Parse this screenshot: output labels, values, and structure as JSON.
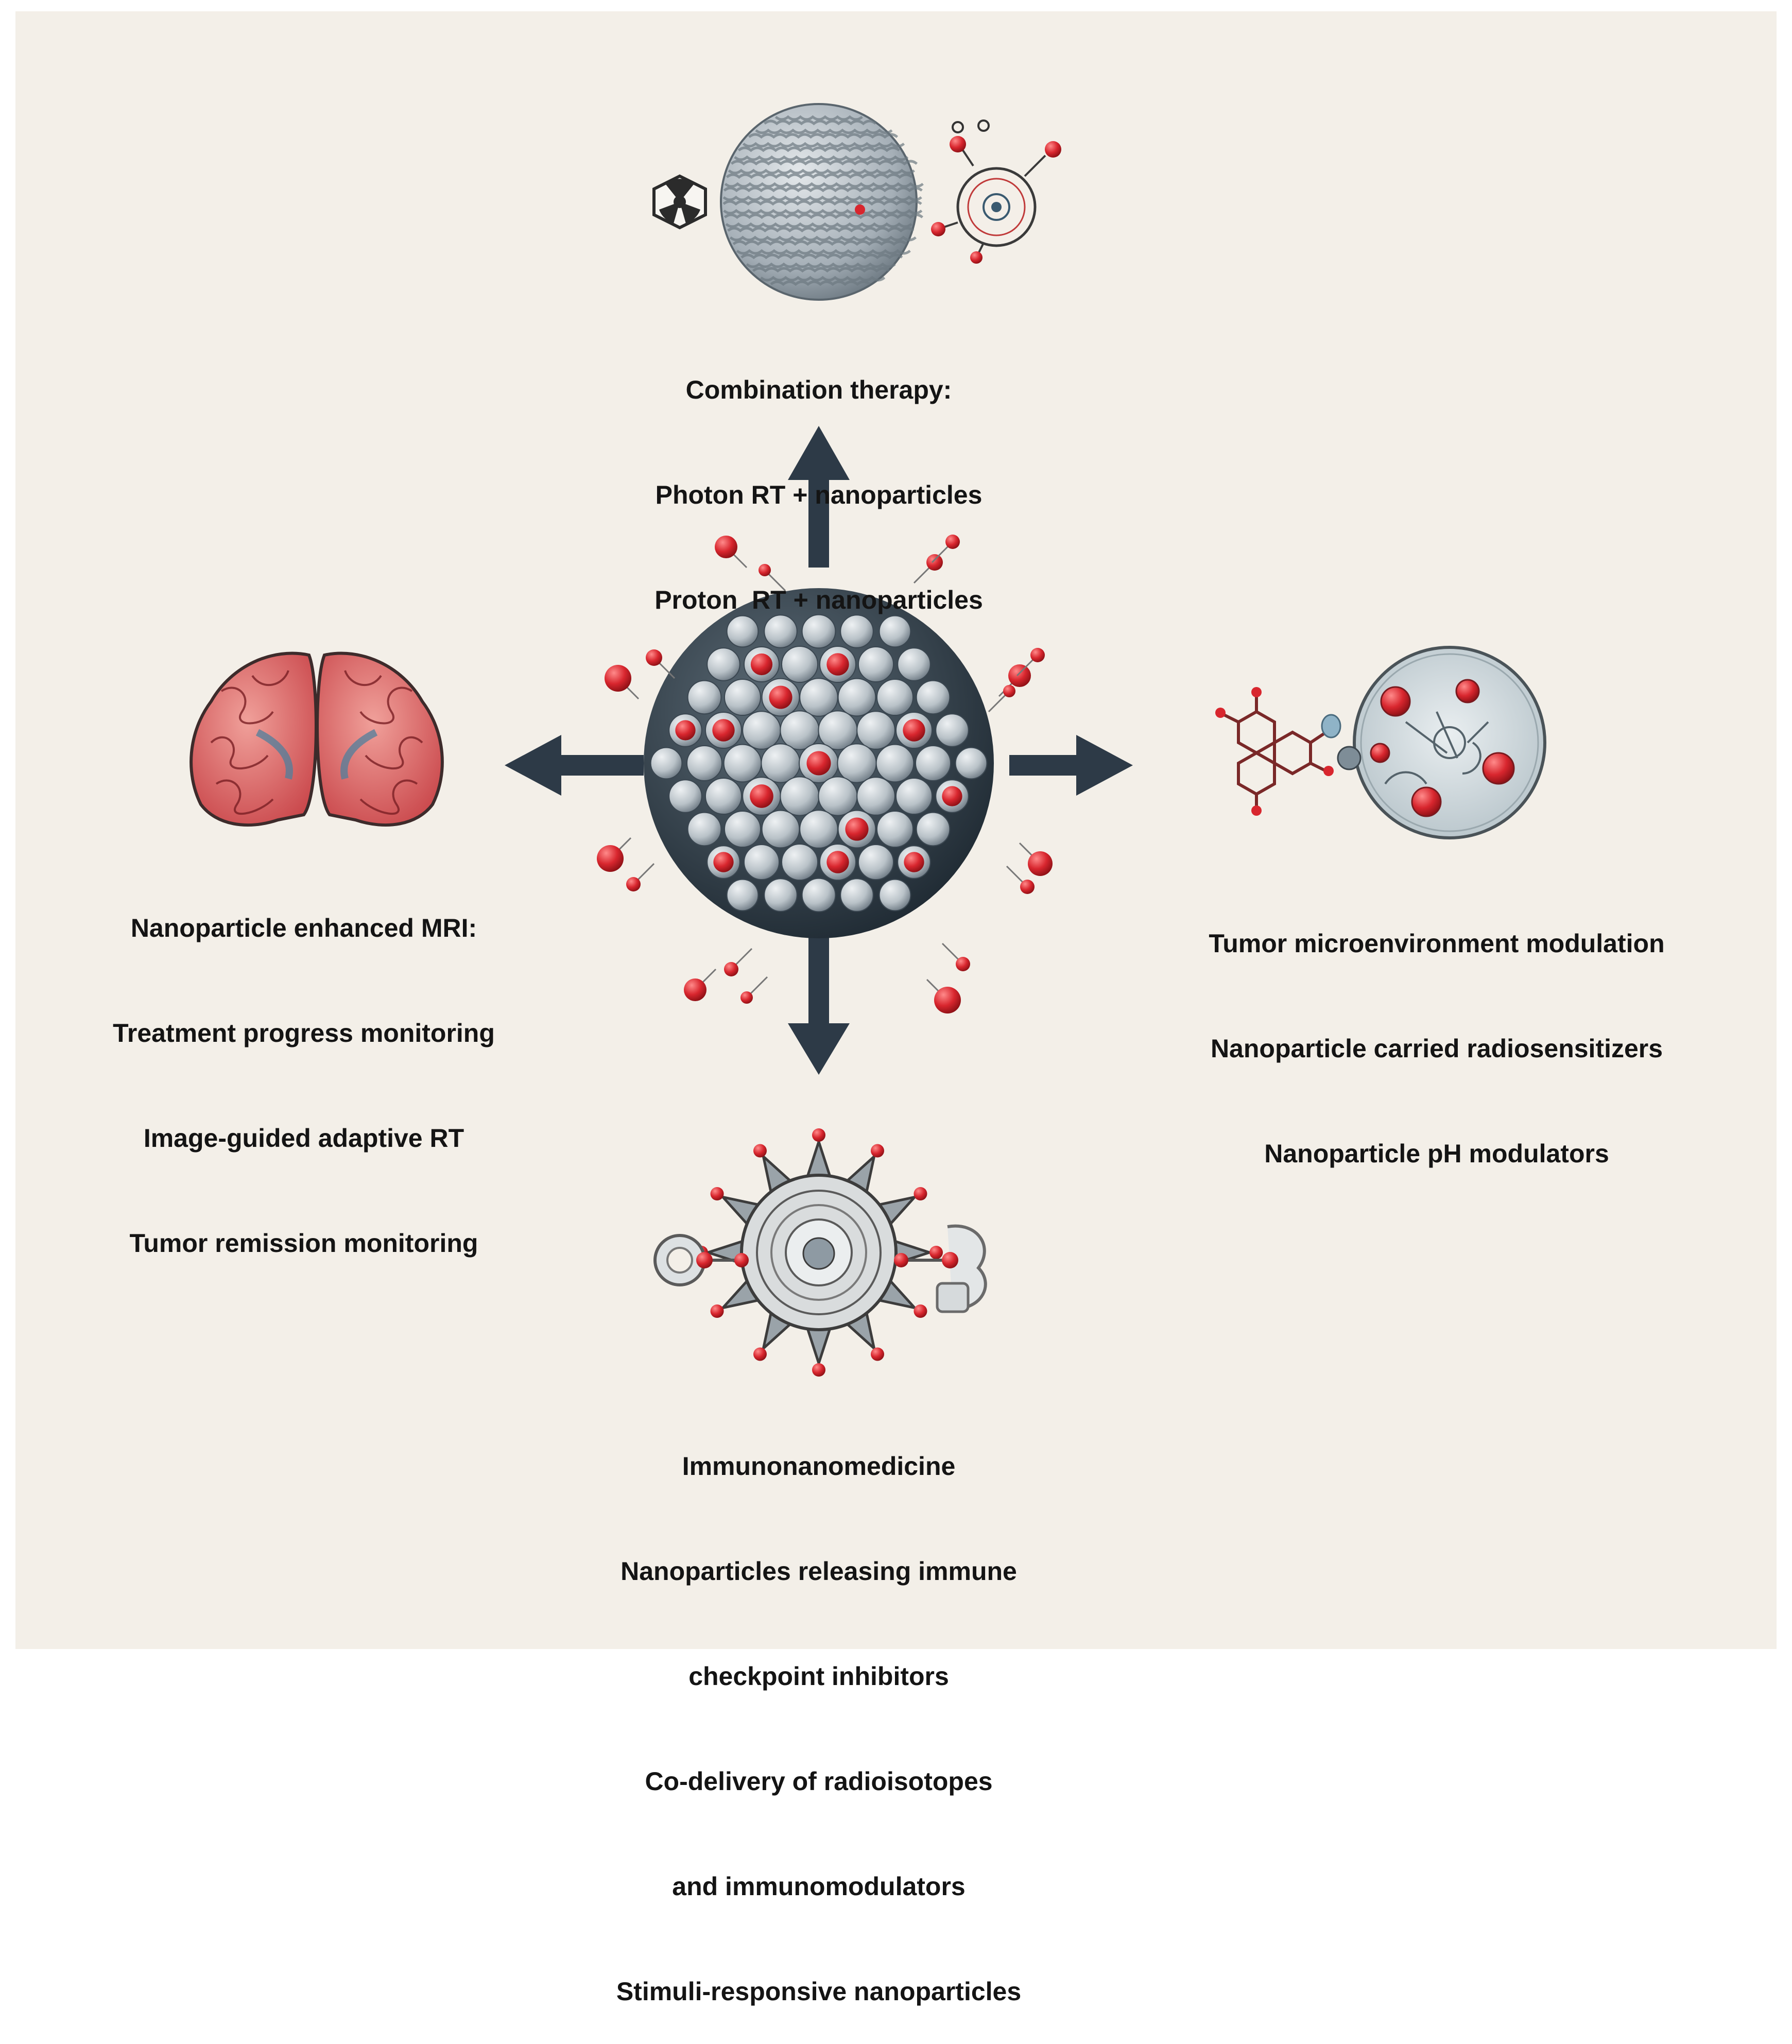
{
  "colors": {
    "background": "#f3efe8",
    "arrow": "#2d3a47",
    "nanoparticle_gray": "#b9c2c8",
    "nanoparticle_red": "#d8262e",
    "text": "#141414"
  },
  "center": {
    "icon": "nanoparticle-cluster-icon"
  },
  "branches": {
    "top": {
      "icons": [
        "radiation-hazard-icon",
        "tumor-sphere-icon",
        "cell-molecule-icon"
      ],
      "lines": [
        "Combination therapy:",
        "Photon RT + nanoparticles",
        "Proton  RT + nanoparticles"
      ]
    },
    "left": {
      "icons": [
        "brain-mri-icon"
      ],
      "lines": [
        "Nanoparticle enhanced MRI:",
        "Treatment progress monitoring",
        "Image-guided adaptive RT",
        "Tumor remission monitoring"
      ]
    },
    "right": {
      "icons": [
        "molecule-structure-icon",
        "microenvironment-dish-icon"
      ],
      "lines": [
        "Tumor microenvironment modulation",
        "Nanoparticle carried radiosensitizers",
        "Nanoparticle pH modulators"
      ]
    },
    "bottom": {
      "icons": [
        "immune-cell-icon",
        "antibody-left-icon",
        "antibody-right-icon"
      ],
      "lines": [
        "Immunonanomedicine",
        "Nanoparticles releasing immune",
        "checkpoint inhibitors",
        "Co-delivery of radioisotopes",
        "and immunomodulators",
        "Stimuli-responsive nanoparticles"
      ]
    }
  }
}
